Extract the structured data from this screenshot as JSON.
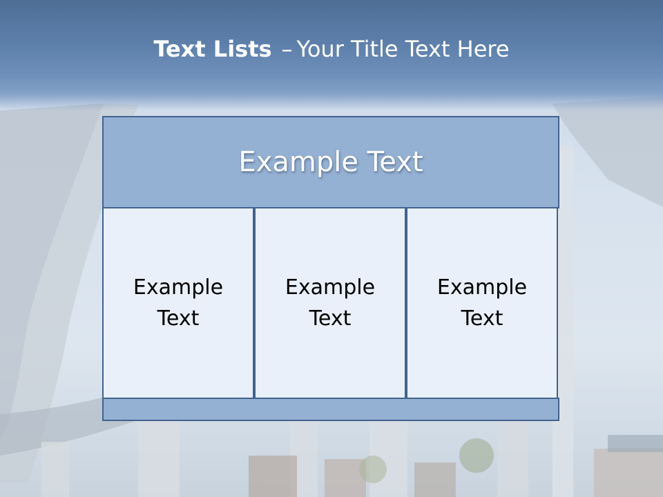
{
  "slide": {
    "title_bold": "Text Lists",
    "title_separator": "–",
    "title_rest": "Your Title Text Here"
  },
  "table": {
    "header": "Example Text",
    "columns": [
      "Example Text",
      "Example Text",
      "Example Text"
    ]
  },
  "colors": {
    "title_bar": "#5d80ab",
    "header_fill": "#94b0d2",
    "cell_fill": "#e9f0f9",
    "border": "#41638d"
  }
}
